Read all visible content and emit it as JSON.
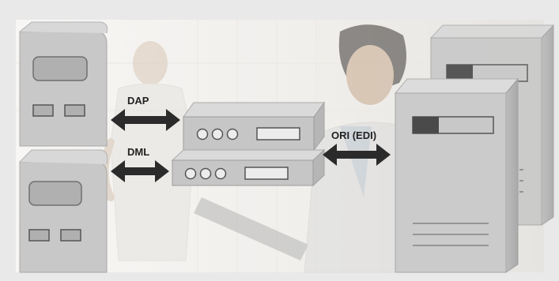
{
  "diagram": {
    "connections": [
      {
        "id": "dap",
        "label": "DAP"
      },
      {
        "id": "dml",
        "label": "DML"
      },
      {
        "id": "ori",
        "label": "ORI (EDI)"
      }
    ]
  },
  "colors": {
    "frame": "#e9e9e9",
    "background_photo": "#f4f2ef",
    "device_fill": "#c9c9c9",
    "device_stroke": "#9a9a9a",
    "arrow": "#2b2b2b"
  }
}
